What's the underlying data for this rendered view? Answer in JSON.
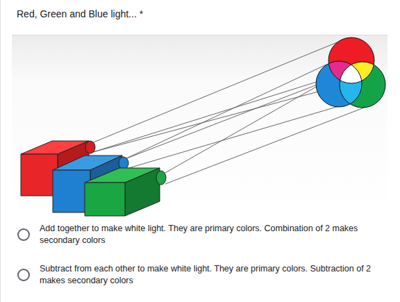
{
  "diagram": {
    "title": "Red, Green and Blue light... *",
    "labels": [
      "Add together to make white light. They are primary colors. Combination of 2 makes secondary colors",
      "Subtract from each other to make white light. They are primary colors. Subtraction of 2 makes secondary colors"
    ]
  }
}
